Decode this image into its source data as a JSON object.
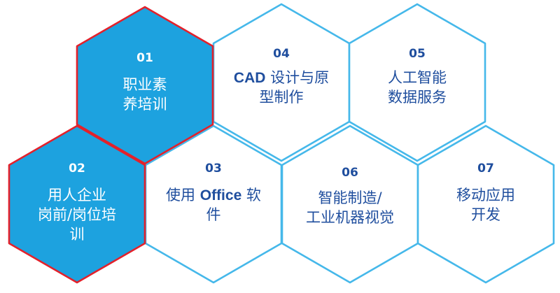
{
  "colors": {
    "highlight_fill": "#1da2df",
    "highlight_border": "#e3212b",
    "normal_fill": "#ffffff",
    "normal_border": "#45b8ea",
    "text_dark": "#1f4e9e",
    "text_light": "#ffffff"
  },
  "cells": [
    {
      "number": "01",
      "lines": [
        "职业素",
        "养培训"
      ],
      "highlighted": true
    },
    {
      "number": "04",
      "lines": [
        "CAD 设计与原",
        "型制作"
      ],
      "highlighted": false
    },
    {
      "number": "05",
      "lines": [
        "人工智能",
        "数据服务"
      ],
      "highlighted": false
    },
    {
      "number": "02",
      "lines": [
        "用人企业",
        "岗前/岗位培",
        "训"
      ],
      "highlighted": true
    },
    {
      "number": "03",
      "lines": [
        "使用 Office  软",
        "件"
      ],
      "highlighted": false
    },
    {
      "number": "06",
      "lines": [
        "智能制造/",
        "工业机器视觉"
      ],
      "highlighted": false
    },
    {
      "number": "07",
      "lines": [
        "移动应用",
        "开发"
      ],
      "highlighted": false
    }
  ]
}
